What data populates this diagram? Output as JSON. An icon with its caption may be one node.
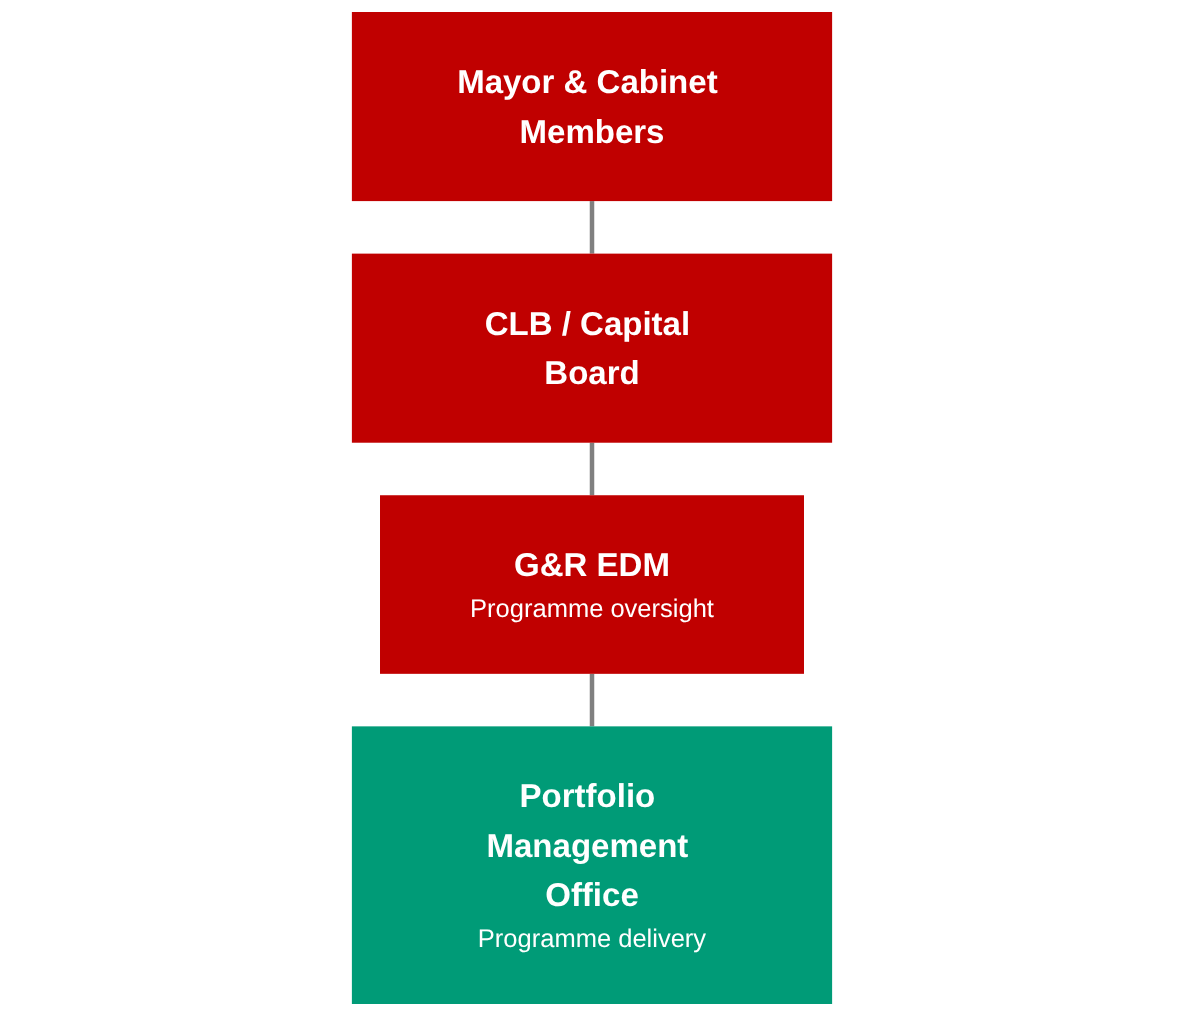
{
  "diagram": {
    "nodes": [
      {
        "text": [
          "Mayor & Cabinet Members"
        ]
      },
      {
        "text": [
          "CLB / Capital Board"
        ]
      },
      {
        "text": [
          "G&R EDM",
          "Programme oversight"
        ]
      },
      {
        "text": [
          "Portfolio Management Office",
          "Programme delivery"
        ]
      }
    ],
    "edges": [
      {
        "from": 0,
        "to": 1,
        "arrow": "none"
      },
      {
        "from": 1,
        "to": 2,
        "arrow": "none"
      },
      {
        "from": 2,
        "to": 3,
        "arrow": "none"
      }
    ]
  }
}
